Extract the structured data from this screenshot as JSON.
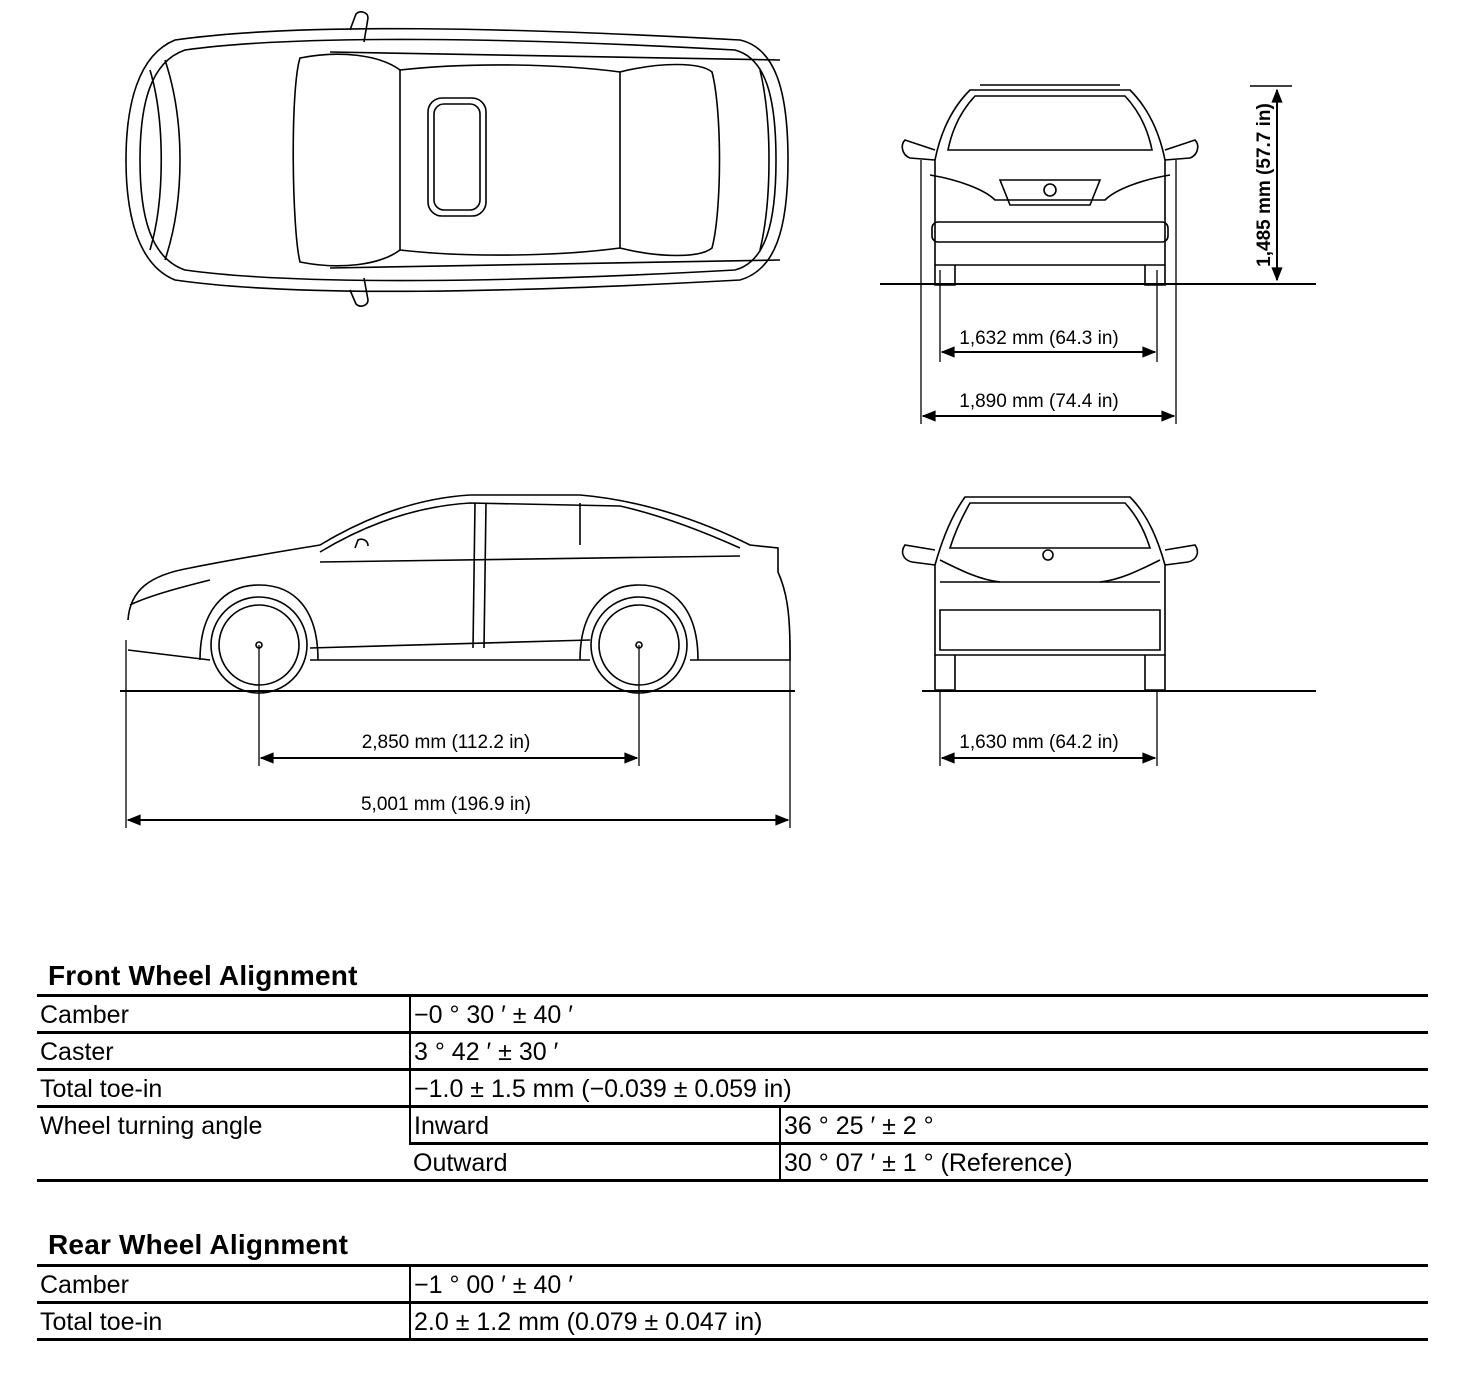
{
  "dimensions": {
    "height": "1,485 mm (57.7 in)",
    "front_tread": "1,632 mm (64.3 in)",
    "overall_width": "1,890 mm (74.4 in)",
    "wheelbase": "2,850 mm (112.2 in)",
    "overall_length": "5,001 mm (196.9 in)",
    "rear_tread": "1,630 mm (64.2 in)"
  },
  "front_alignment": {
    "title": "Front Wheel Alignment",
    "camber_label": "Camber",
    "camber_value": "−0 ° 30 ′ ± 40 ′",
    "caster_label": "Caster",
    "caster_value": "3 ° 42 ′ ± 30 ′",
    "toe_label": "Total toe-in",
    "toe_value": "−1.0 ± 1.5 mm (−0.039 ± 0.059 in)",
    "turning_label": "Wheel turning angle",
    "inward_label": "Inward",
    "inward_value": "36 ° 25 ′ ± 2 °",
    "outward_label": "Outward",
    "outward_value": "30 ° 07 ′ ± 1 ° (Reference)"
  },
  "rear_alignment": {
    "title": "Rear Wheel Alignment",
    "camber_label": "Camber",
    "camber_value": "−1 ° 00 ′ ± 40 ′",
    "toe_label": "Total toe-in",
    "toe_value": "2.0 ± 1.2 mm (0.079 ± 0.047 in)"
  }
}
